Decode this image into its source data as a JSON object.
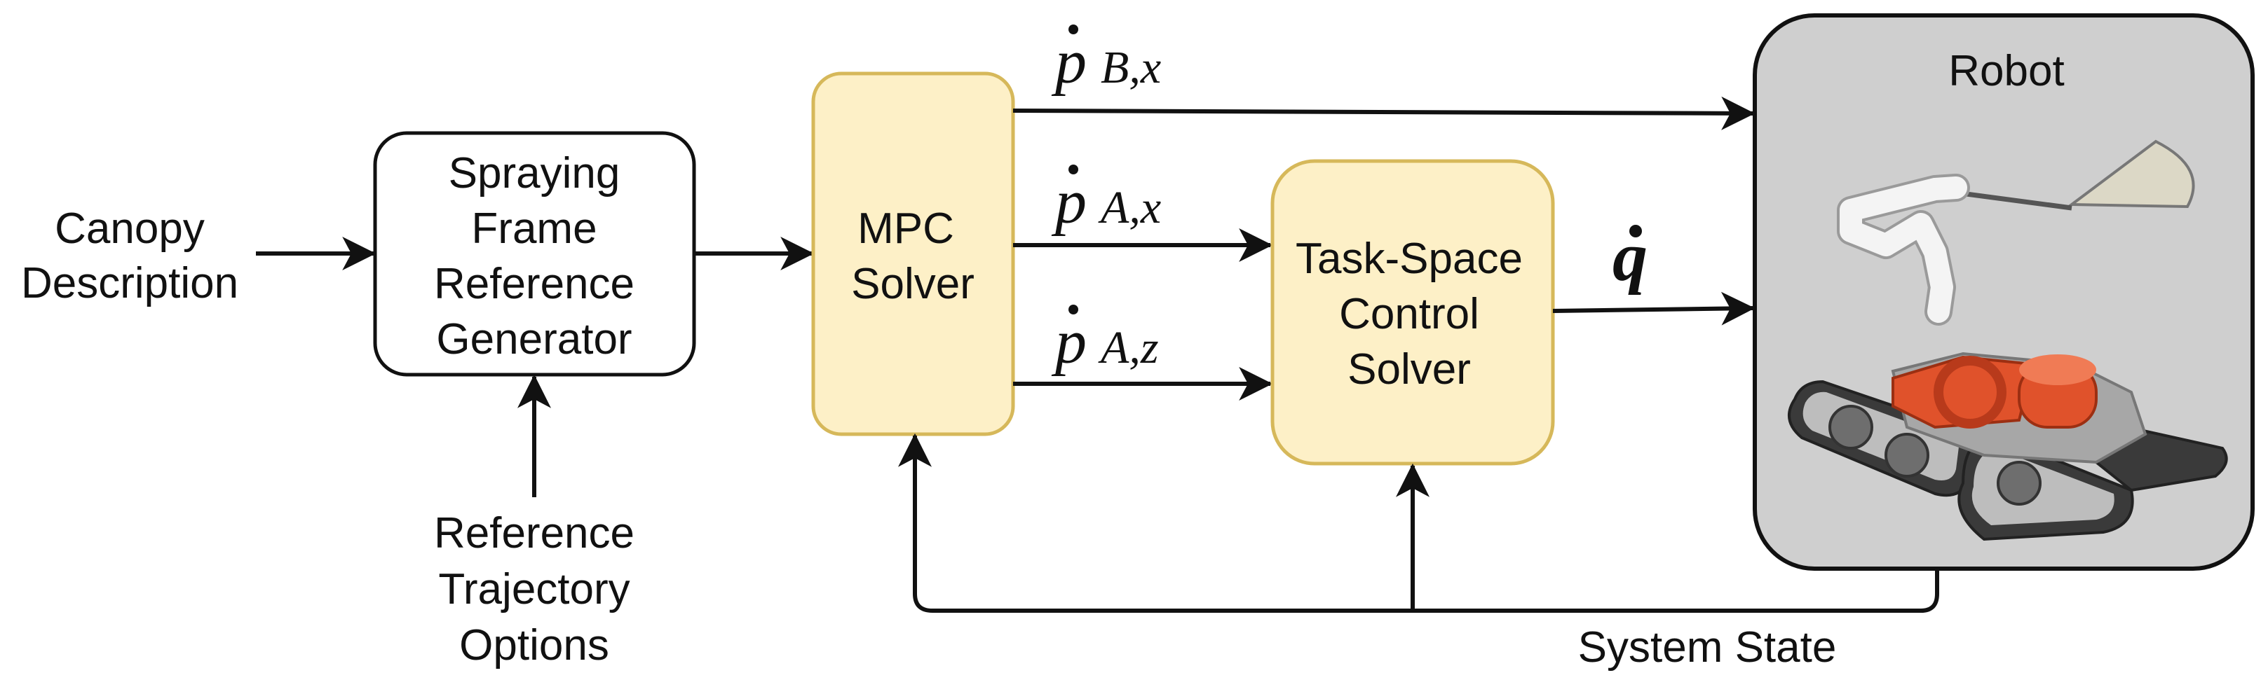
{
  "blocks": {
    "canopy": {
      "lines": [
        "Canopy",
        "Description"
      ]
    },
    "spraying": {
      "lines": [
        "Spraying",
        "Frame",
        "Reference",
        "Generator"
      ]
    },
    "reference_options": {
      "lines": [
        "Reference",
        "Trajectory",
        "Options"
      ]
    },
    "mpc": {
      "lines": [
        "MPC",
        "Solver"
      ]
    },
    "task_space": {
      "lines": [
        "Task-Space",
        "Control",
        "Solver"
      ]
    },
    "robot": {
      "title": "Robot"
    }
  },
  "signals": {
    "pB": {
      "base": "p",
      "sub": "B,x"
    },
    "pA_x": {
      "base": "p",
      "sub": "A,x"
    },
    "pA_z": {
      "base": "p",
      "sub": "A,z"
    },
    "q": {
      "symbol": "q"
    },
    "system_state": "System State"
  },
  "colors": {
    "solver_fill": "#fdf0c7",
    "solver_stroke": "#d6b85a",
    "robot_fill": "#cfcfcf",
    "line": "#111111",
    "robot_arm": "#f2f2f2",
    "robot_chassis": "#e0522b",
    "track": "#3a3a3a"
  },
  "robot_image": {
    "icon": "tracked-robot-with-arm-and-spray-cone"
  }
}
